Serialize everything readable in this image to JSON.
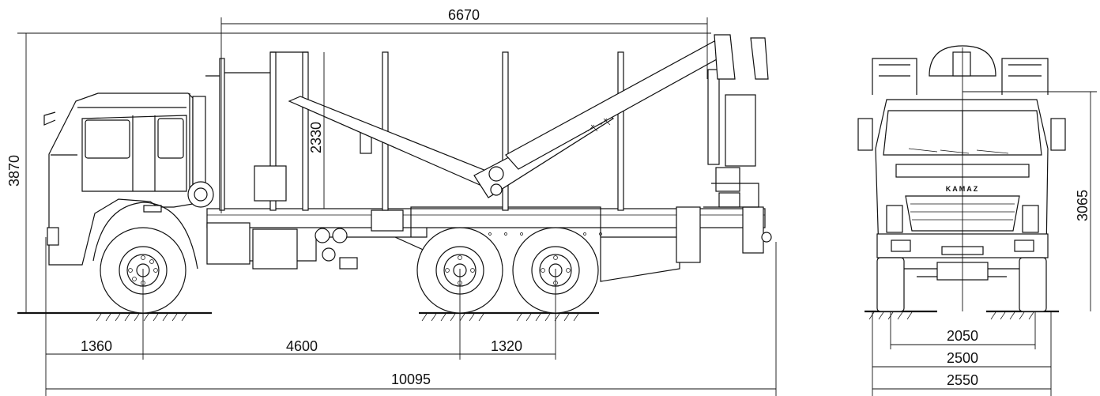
{
  "side_view": {
    "dims": {
      "overall_length": "10095",
      "front_overhang": "1360",
      "wheelbase": "4600",
      "rear_bogie": "1320",
      "cargo_length": "6670",
      "overall_height": "3870",
      "stake_height": "2330"
    }
  },
  "front_view": {
    "brand": "KAMAZ",
    "dims": {
      "track": "2050",
      "width_a": "2500",
      "width_b": "2550",
      "cab_height": "3065"
    }
  }
}
